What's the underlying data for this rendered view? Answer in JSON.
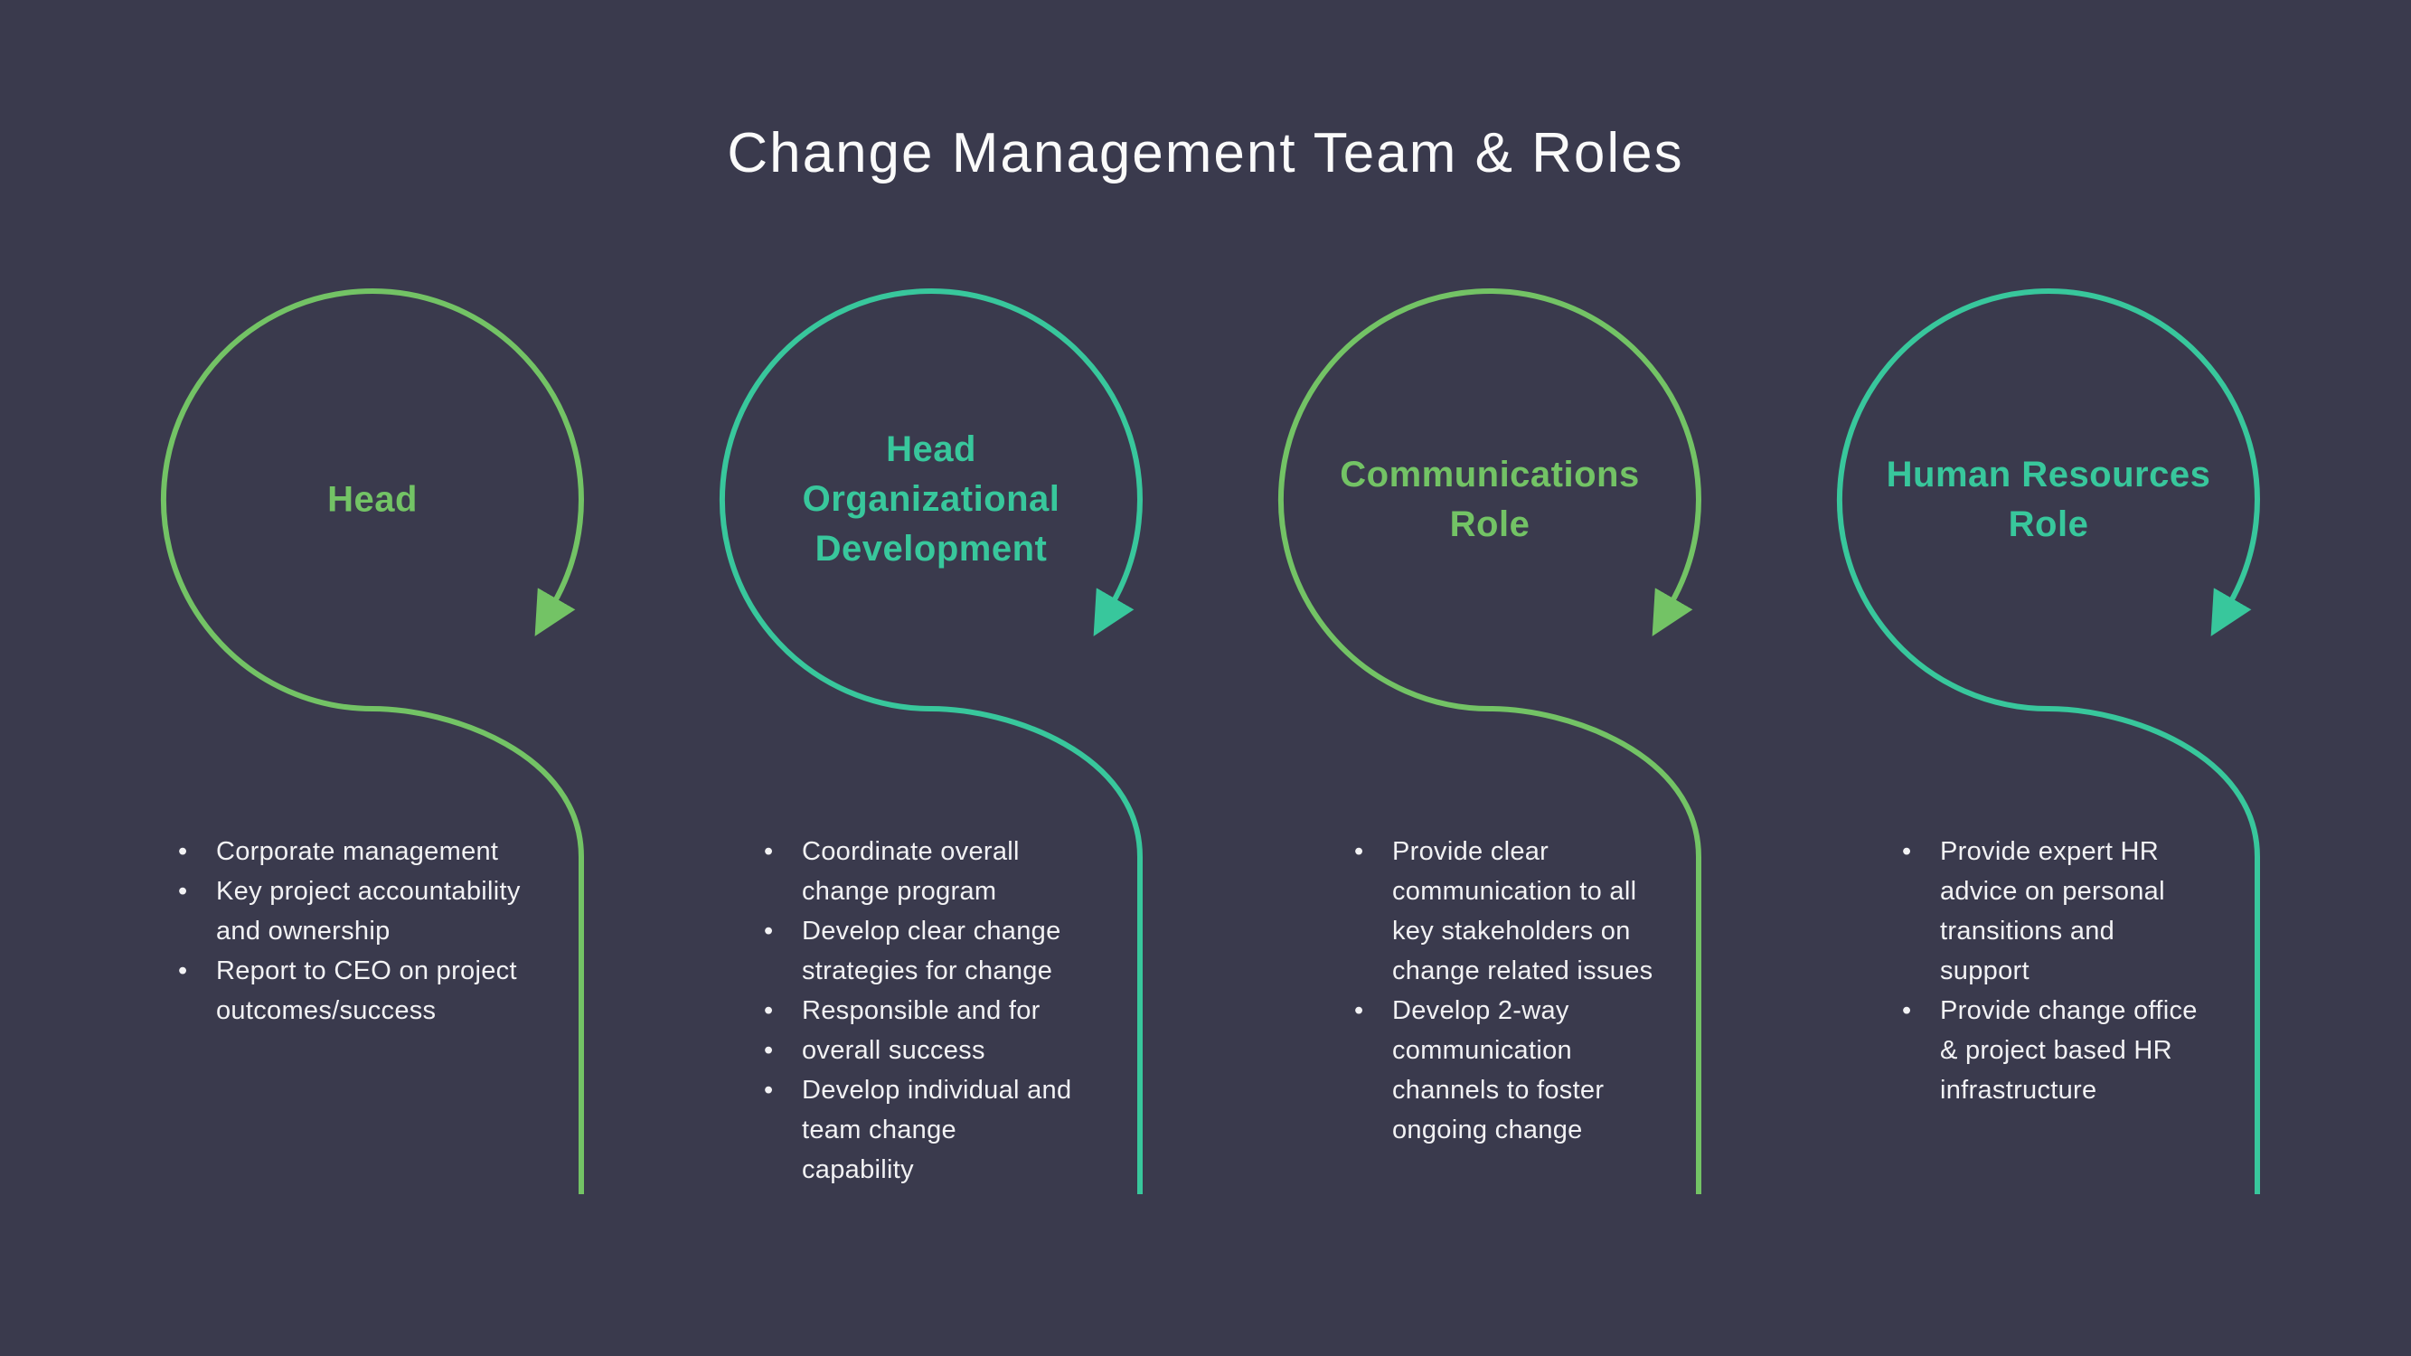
{
  "title": "Change Management Team & Roles",
  "palette": {
    "background": "#3a3a4d",
    "green": "#73c365",
    "teal": "#38c79c",
    "body_text": "#f2f2f4",
    "title_text": "#fafafa"
  },
  "columns": [
    {
      "role": "Head",
      "color": "green",
      "icon": "circular-arrow-icon",
      "bullets": [
        "Corporate management",
        "Key project accountability and ownership",
        "Report to CEO on project outcomes/success"
      ]
    },
    {
      "role": "Head Organizational Development",
      "color": "teal",
      "icon": "circular-arrow-icon",
      "bullets": [
        "Coordinate overall change program",
        "Develop clear change strategies for change",
        "Responsible and for",
        "overall success",
        "Develop individual and team change capability"
      ]
    },
    {
      "role": "Communications Role",
      "color": "green",
      "icon": "circular-arrow-icon",
      "bullets": [
        "Provide clear communication to all key stakeholders on change related issues",
        "Develop 2-way communication channels to foster ongoing change"
      ]
    },
    {
      "role": "Human Resources Role",
      "color": "teal",
      "icon": "circular-arrow-icon",
      "bullets": [
        "Provide expert HR advice on personal transitions and support",
        "Provide change office & project based HR infrastructure"
      ]
    }
  ]
}
